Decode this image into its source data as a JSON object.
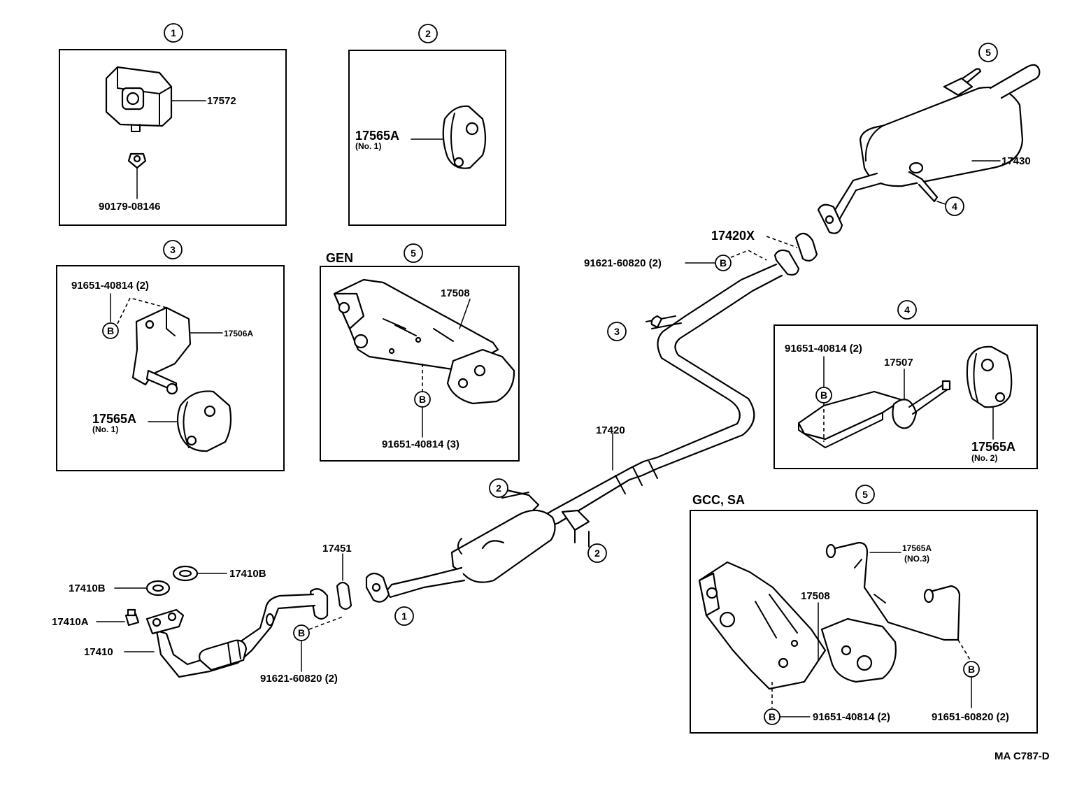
{
  "callouts": {
    "c1": "1",
    "c2": "2",
    "c3": "3",
    "c4": "4",
    "c5": "5"
  },
  "fastener": "B",
  "boxes": {
    "box1": {
      "p1": "17572",
      "p2": "90179-08146"
    },
    "box2": {
      "p1": "17565A",
      "p1_note": "(No. 1)"
    },
    "box3": {
      "p1": "91651-40814 (2)",
      "p2": "17506A",
      "p3": "17565A",
      "p3_note": "(No. 1)"
    },
    "box5gen": {
      "variant": "GEN",
      "p1": "17508",
      "p2": "91651-40814 (3)"
    },
    "box4": {
      "p1": "91651-40814 (2)",
      "p2": "17507",
      "p3": "17565A",
      "p3_note": "(No. 2)"
    },
    "box5gcc": {
      "variant": "GCC, SA",
      "p1": "17565A",
      "p1_note": "(NO.3)",
      "p2": "17508",
      "p3": "91651-40814 (2)",
      "p4": "91651-60820 (2)"
    }
  },
  "main": {
    "tail_muffler": "17430",
    "gasket_x": "17420X",
    "bolt_b_upper": "91621-60820 (2)",
    "center_pipe": "17420",
    "gasket_451": "17451",
    "gasket_410b_a": "17410B",
    "gasket_410b_b": "17410B",
    "nut_410a": "17410A",
    "front_pipe": "17410",
    "bolt_b_lower": "91621-60820 (2)"
  },
  "ref_code": "MA C787-D"
}
